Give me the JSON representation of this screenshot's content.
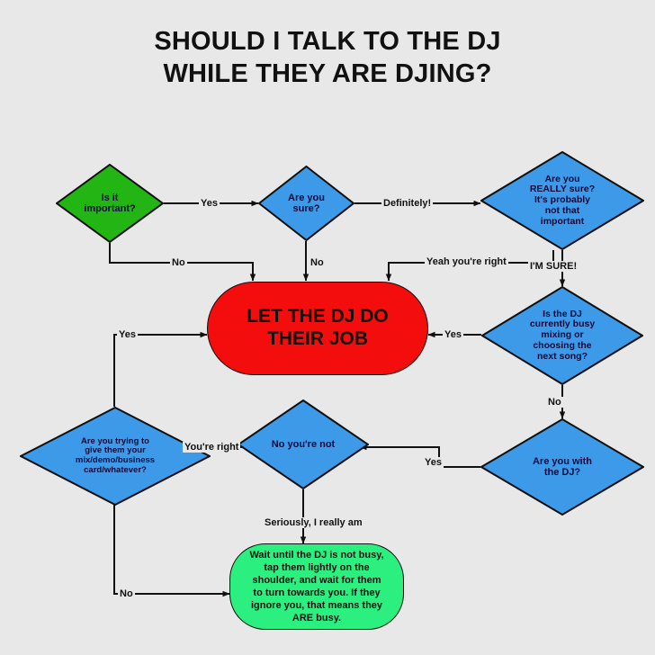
{
  "title": {
    "line1": "SHOULD I TALK TO THE DJ",
    "line2": "WHILE THEY ARE DJING?"
  },
  "colors": {
    "background": "#e8e8e8",
    "start_green": "#22b514",
    "decision_blue": "#3d9ae8",
    "stop_red": "#f40d0d",
    "result_green": "#2bf07f",
    "outline": "#101010",
    "node_text": "#0a0a3c",
    "label_text": "#111111"
  },
  "chart_data": {
    "type": "diagram",
    "title": "SHOULD I TALK TO THE DJ WHILE THEY ARE DJING?",
    "nodes": [
      {
        "id": "important",
        "shape": "diamond",
        "color": "#22b514",
        "text": "Is it\nimportant?"
      },
      {
        "id": "sure",
        "shape": "diamond",
        "color": "#3d9ae8",
        "text": "Are you\nsure?"
      },
      {
        "id": "really_sure",
        "shape": "diamond",
        "color": "#3d9ae8",
        "text": "Are you\nREALLY sure?\nIt's probably\nnot that\nimportant"
      },
      {
        "id": "let_dj",
        "shape": "pill",
        "color": "#f40d0d",
        "text": "LET THE DJ DO\nTHEIR JOB"
      },
      {
        "id": "busy",
        "shape": "diamond",
        "color": "#3d9ae8",
        "text": "Is the DJ\ncurrently busy\nmixing or\nchoosing the\nnext song?"
      },
      {
        "id": "with_dj",
        "shape": "diamond",
        "color": "#3d9ae8",
        "text": "Are you with\nthe DJ?"
      },
      {
        "id": "no_youre_not",
        "shape": "diamond",
        "color": "#3d9ae8",
        "text": "No you're not"
      },
      {
        "id": "mix_demo",
        "shape": "diamond",
        "color": "#3d9ae8",
        "text": "Are you trying to\ngive them your\nmix/demo/business\ncard/whatever?"
      },
      {
        "id": "wait",
        "shape": "pill",
        "color": "#2bf07f",
        "text": "Wait until the DJ is not busy,\ntap them lightly on the\nshoulder, and wait for them\nto turn towards you. If they\nignore you, that means they\nARE busy."
      }
    ],
    "edges": [
      {
        "from": "important",
        "to": "sure",
        "label": "Yes"
      },
      {
        "from": "important",
        "to": "let_dj",
        "label": "No"
      },
      {
        "from": "sure",
        "to": "really_sure",
        "label": "Definitely!"
      },
      {
        "from": "sure",
        "to": "let_dj",
        "label": "No"
      },
      {
        "from": "really_sure",
        "to": "let_dj",
        "label": "Yeah you're right"
      },
      {
        "from": "really_sure",
        "to": "busy",
        "label": "I'M SURE!"
      },
      {
        "from": "busy",
        "to": "let_dj",
        "label": "Yes"
      },
      {
        "from": "busy",
        "to": "with_dj",
        "label": "No"
      },
      {
        "from": "with_dj",
        "to": "no_youre_not",
        "label": "Yes"
      },
      {
        "from": "no_youre_not",
        "to": "mix_demo",
        "label": "You're right"
      },
      {
        "from": "no_youre_not",
        "to": "wait",
        "label": "Seriously, I really am"
      },
      {
        "from": "mix_demo",
        "to": "let_dj",
        "label": "Yes"
      },
      {
        "from": "mix_demo",
        "to": "wait",
        "label": "No"
      }
    ]
  },
  "nodes": {
    "important": {
      "text": "Is it\nimportant?"
    },
    "sure": {
      "text": "Are you\nsure?"
    },
    "really_sure": {
      "text": "Are you\nREALLY sure?\nIt's probably\nnot that\nimportant"
    },
    "let_dj": {
      "text": "LET THE DJ DO\nTHEIR JOB"
    },
    "busy": {
      "text": "Is the DJ\ncurrently busy\nmixing or\nchoosing the\nnext song?"
    },
    "with_dj": {
      "text": "Are you with\nthe DJ?"
    },
    "no_youre_not": {
      "text": "No you're not"
    },
    "mix_demo": {
      "text": "Are you trying to\ngive them your\nmix/demo/business\ncard/whatever?"
    },
    "wait": {
      "text": "Wait until the DJ is not busy,\ntap them lightly on the\nshoulder, and wait for them\nto turn towards you. If they\nignore you, that means they\nARE busy."
    }
  },
  "edge_labels": {
    "yes_important": "Yes",
    "no_important": "No",
    "definitely": "Definitely!",
    "no_sure": "No",
    "yeah_youre_right": "Yeah you're right",
    "im_sure": "I'M SURE!",
    "yes_busy": "Yes",
    "no_busy": "No",
    "yes_with_dj": "Yes",
    "youre_right": "You're right",
    "seriously": "Seriously, I really am",
    "yes_mix_demo": "Yes",
    "no_mix_demo": "No"
  }
}
